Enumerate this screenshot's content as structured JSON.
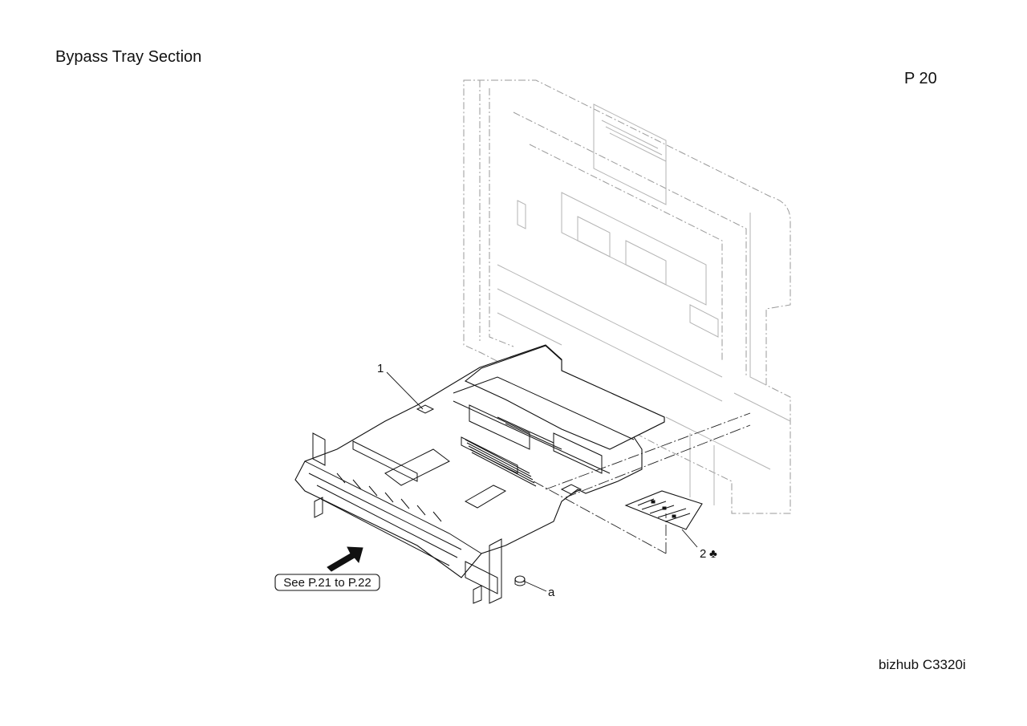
{
  "page": {
    "title": "Bypass Tray Section",
    "page_number": "P 20",
    "model": "bizhub C3320i"
  },
  "diagram": {
    "callouts": [
      {
        "id": "1",
        "label": "1"
      },
      {
        "id": "2",
        "label": "2",
        "symbol": "♣"
      },
      {
        "id": "a",
        "label": "a"
      }
    ],
    "reference_box": "See P.21 to P.22",
    "icons": [
      "reference-arrow-icon",
      "club-icon"
    ]
  }
}
